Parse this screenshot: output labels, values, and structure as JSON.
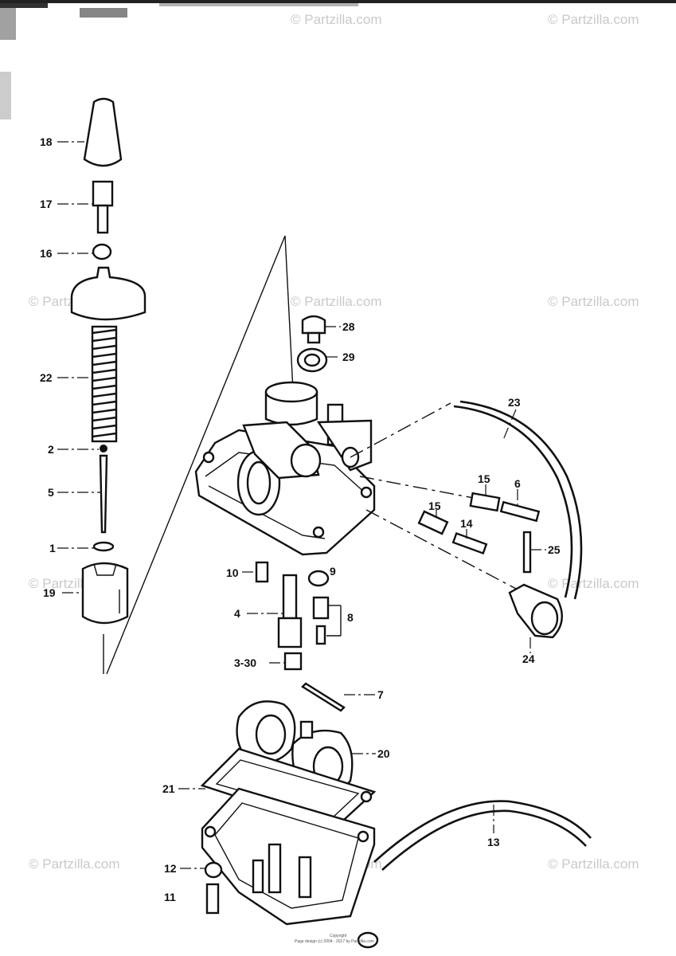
{
  "watermark": "© Partzilla.com",
  "callouts": {
    "p18": "18",
    "p17": "17",
    "p16": "16",
    "p22": "22",
    "p2": "2",
    "p5": "5",
    "p1": "1",
    "p19": "19",
    "p28": "28",
    "p29": "29",
    "p23": "23",
    "p15a": "15",
    "p6": "6",
    "p15b": "15",
    "p14": "14",
    "p25": "25",
    "p24": "24",
    "p10": "10",
    "p9": "9",
    "p4": "4",
    "p8": "8",
    "p330": "3-30",
    "p7": "7",
    "p20": "20",
    "p21": "21",
    "p13": "13",
    "p12": "12",
    "p11": "11"
  },
  "footer": {
    "line1": "Copyright",
    "line2": "Page design (c) 2004 - 2017 by Partzilla.com"
  },
  "colors": {
    "ink": "#111111",
    "watermark": "#c9c9c9",
    "paper": "#ffffff"
  }
}
